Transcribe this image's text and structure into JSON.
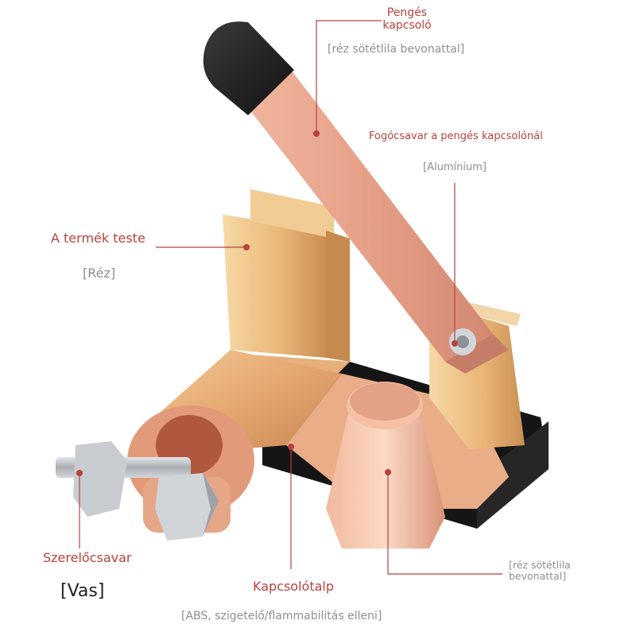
{
  "colors": {
    "accent": "#b8423c",
    "muted": "#8f8f8f",
    "copper": "#e8a78d",
    "gold": "#d9a85a",
    "black": "#1a1a1a",
    "steel": "#b9bcc0"
  },
  "callouts": {
    "knife_switch": {
      "title_line1": "Pengés",
      "title_line2": "kapcsoló",
      "material": "[réz sötétlila bevonattal]"
    },
    "clamp_screw": {
      "title": "Fogócsavar a pengés kapcsolónál",
      "material": "[Alumínium]"
    },
    "body": {
      "title": "A termék teste",
      "material": "[Réz]"
    },
    "mount_bolt": {
      "title": "Szerelőcsavar",
      "material": "[Vas]"
    },
    "base": {
      "title": "Kapcsolótalp",
      "material": "[ABS, szigetelő/flammabilitás elleni]"
    },
    "terminal_cap": {
      "material_line1": "[réz sötétlila",
      "material_line2": "bevonattal]"
    }
  }
}
